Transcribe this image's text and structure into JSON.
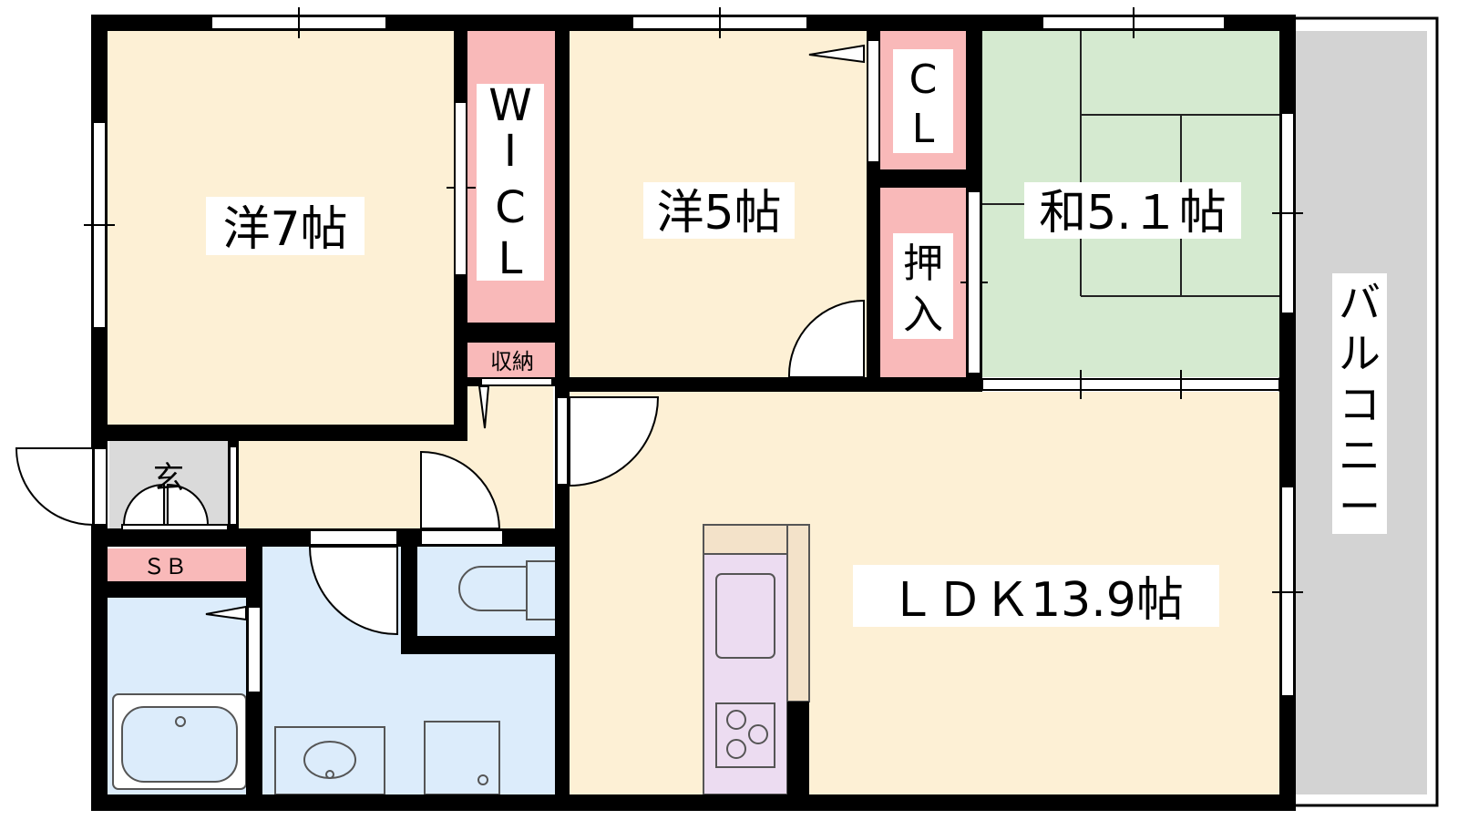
{
  "rooms": {
    "western_7": "洋7帖",
    "wic": [
      "W",
      "I",
      "C",
      "L"
    ],
    "storage": "収納",
    "western_5": "洋5帖",
    "closet": [
      "C",
      "L"
    ],
    "oshiire": [
      "押",
      "入"
    ],
    "japanese": "和5.１帖",
    "entrance": "玄",
    "shoe_box": "ＳＢ",
    "ldk": "ＬＤＫ13.9帖",
    "balcony": [
      "バ",
      "ル",
      "コ",
      "ニ",
      "ー"
    ]
  },
  "colors": {
    "western_room": "#fdf0d5",
    "closet": "#f9b9b9",
    "tatami": "#d5ead0",
    "wet_area": "#dcecfb",
    "balcony": "#d3d3d3",
    "entrance": "#dadada",
    "kitchen": "#ecdcf1",
    "counter": "#f3e2c9",
    "wall": "#000000"
  }
}
